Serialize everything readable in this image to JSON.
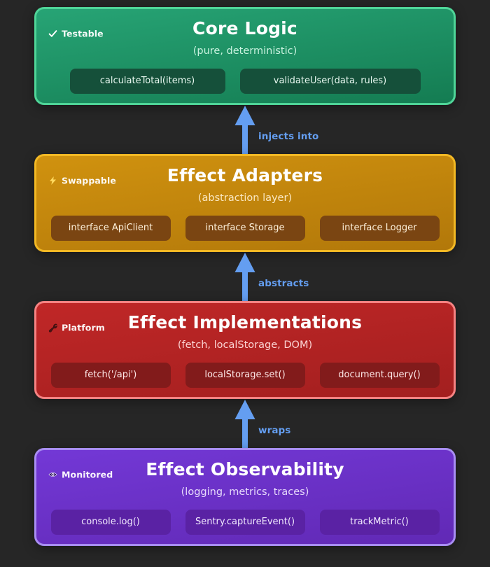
{
  "background": "#262626",
  "arrow_color": "#649ef1",
  "layers": [
    {
      "badge_icon": "check-icon",
      "badge_label": "Testable",
      "title": "Core Logic",
      "subtitle": "(pure, deterministic)",
      "pills": [
        "calculateTotal(items)",
        "validateUser(data, rules)"
      ],
      "colors": {
        "border": "#4fd598",
        "bg_top": "#27a475",
        "bg_bottom": "#147c52",
        "pill_bg": "#15503a",
        "pill_text": "#e7f7ef",
        "subtitle": "#c9f2df"
      }
    },
    {
      "badge_icon": "bolt-icon",
      "badge_label": "Swappable",
      "title": "Effect Adapters",
      "subtitle": "(abstraction layer)",
      "pills": [
        "interface ApiClient",
        "interface Storage",
        "interface Logger"
      ],
      "colors": {
        "border": "#f2b824",
        "bg_top": "#d0920f",
        "bg_bottom": "#b2780a",
        "pill_bg": "#7a4512",
        "pill_text": "#fdf0da",
        "subtitle": "#fbe8c2"
      }
    },
    {
      "badge_icon": "wrench-icon",
      "badge_label": "Platform",
      "title": "Effect Implementations",
      "subtitle": "(fetch, localStorage, DOM)",
      "pills": [
        "fetch('/api')",
        "localStorage.set()",
        "document.query()"
      ],
      "colors": {
        "border": "#f58282",
        "bg_top": "#c02727",
        "bg_bottom": "#a31f1f",
        "pill_bg": "#821b1b",
        "pill_text": "#fde7e7",
        "subtitle": "#fbd2d2"
      }
    },
    {
      "badge_icon": "eye-icon",
      "badge_label": "Monitored",
      "title": "Effect Observability",
      "subtitle": "(logging, metrics, traces)",
      "pills": [
        "console.log()",
        "Sentry.captureEvent()",
        "trackMetric()"
      ],
      "colors": {
        "border": "#a88df2",
        "bg_top": "#7338d6",
        "bg_bottom": "#6129b5",
        "pill_bg": "#5a22a4",
        "pill_text": "#f0e8fd",
        "subtitle": "#e6d9fb"
      }
    }
  ],
  "connectors": [
    {
      "label": "injects into"
    },
    {
      "label": "abstracts"
    },
    {
      "label": "wraps"
    }
  ]
}
